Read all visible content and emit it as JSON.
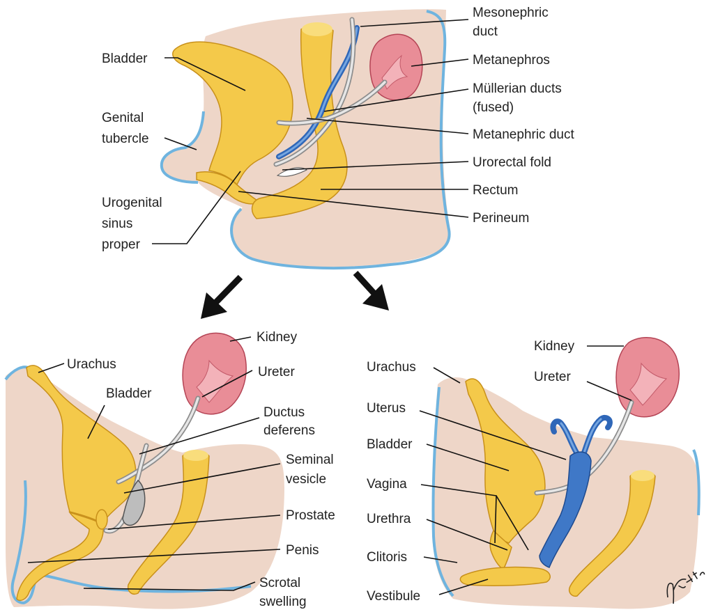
{
  "top": {
    "labels": {
      "bladder": "Bladder",
      "genital_tubercle_1": "Genital",
      "genital_tubercle_2": "tubercle",
      "urogenital_1": "Urogenital",
      "urogenital_2": "sinus",
      "urogenital_3": "proper",
      "mesonephric_1": "Mesonephric",
      "mesonephric_2": "duct",
      "metanephros": "Metanephros",
      "mullerian_1": "Müllerian ducts",
      "mullerian_2": "(fused)",
      "metanephric_duct": "Metanephric duct",
      "urorectal_fold": "Urorectal fold",
      "rectum": "Rectum",
      "perineum": "Perineum"
    }
  },
  "male": {
    "labels": {
      "urachus": "Urachus",
      "bladder": "Bladder",
      "kidney": "Kidney",
      "ureter": "Ureter",
      "ductus_1": "Ductus",
      "ductus_2": "deferens",
      "seminal_1": "Seminal",
      "seminal_2": "vesicle",
      "prostate": "Prostate",
      "penis": "Penis",
      "scrotal_1": "Scrotal",
      "scrotal_2": "swelling"
    }
  },
  "female": {
    "labels": {
      "kidney": "Kidney",
      "urachus": "Urachus",
      "ureter": "Ureter",
      "uterus": "Uterus",
      "bladder": "Bladder",
      "vagina": "Vagina",
      "urethra": "Urethra",
      "clitoris": "Clitoris",
      "vestibule": "Vestibule"
    }
  },
  "signature": "F. Netter M.D."
}
